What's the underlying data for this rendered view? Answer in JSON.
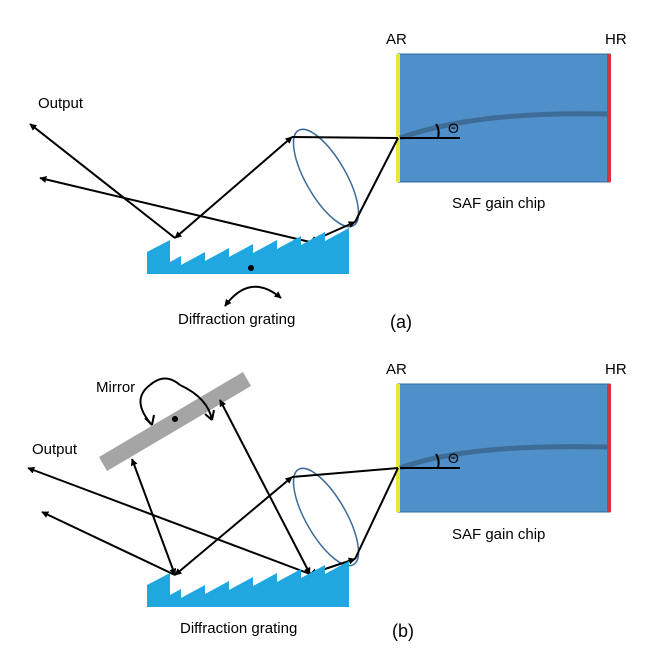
{
  "panel_a": {
    "ar_label": "AR",
    "hr_label": "HR",
    "output_label": "Output",
    "chip_label": "SAF gain chip",
    "grating_label": "Diffraction grating",
    "angle_label": "Θ",
    "panel_label": "(a)"
  },
  "panel_b": {
    "ar_label": "AR",
    "hr_label": "HR",
    "output_label": "Output",
    "mirror_label": "Mirror",
    "chip_label": "SAF gain chip",
    "grating_label": "Diffraction grating",
    "angle_label": "Θ",
    "panel_label": "(b)"
  },
  "colors": {
    "chip_fill": "#4f8fca",
    "chip_border": "#2f6c9f",
    "waveguide": "#3d6c97",
    "ar_coating": "#e8e83a",
    "hr_coating": "#d9323a",
    "grating": "#21a7e0",
    "lens_stroke": "#3d6c9a",
    "mirror": "#a5a5a5",
    "ray": "#000000"
  }
}
